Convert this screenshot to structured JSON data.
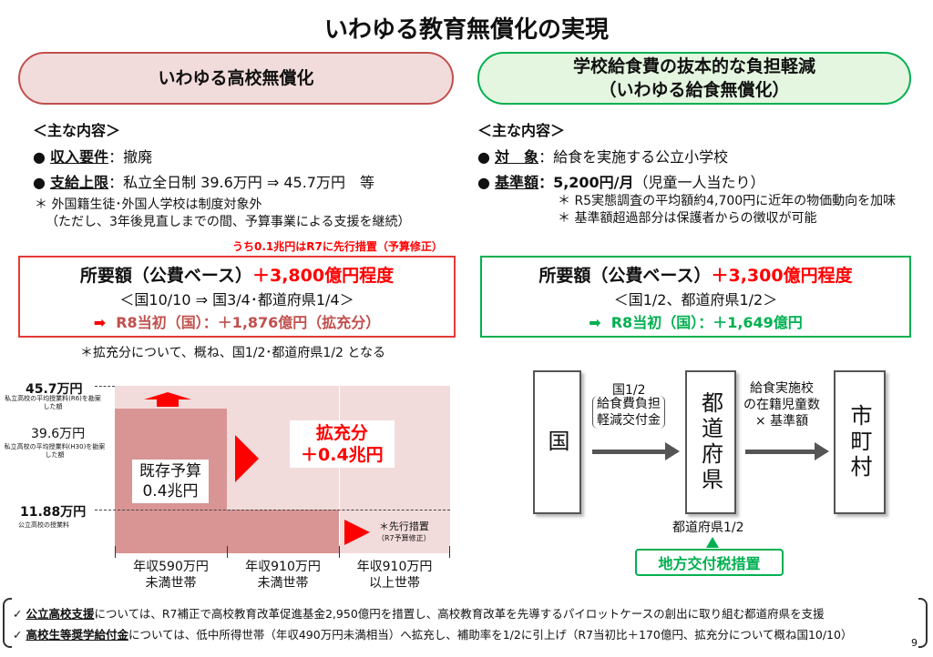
{
  "title": "いわゆる教育無償化の実現",
  "left": {
    "heading": "いわゆる高校無償化",
    "section": "＜主な内容＞",
    "bullets": [
      {
        "label": "収入要件",
        "text": "：撤廃"
      },
      {
        "label": "支給上限",
        "text": "：私立全日制 39.6万円 ⇒ 45.7万円　等"
      }
    ],
    "notes": [
      "＊ 外国籍生徒･外国人学校は制度対象外",
      "（ただし、3年後見直しまでの間、予算事業による支援を継続）"
    ],
    "advance_note": "うち0.1兆円はR7に先行措置（予算修正）",
    "box": {
      "label": "所要額（公費ベース）",
      "amount": "＋3,800億円程度",
      "share": "＜国10/10 ⇒ 国3/4･都道府県1/4＞",
      "r8": "R8当初（国）：＋1,876億円（拡充分）"
    },
    "box_note": "＊拡充分について、概ね、国1/2･都道府県1/2 となる",
    "chart": {
      "y_labels": [
        {
          "value": "45.7万円",
          "desc": "私立高校の平均授業料(R6)を勘案した額"
        },
        {
          "value": "39.6万円",
          "desc": "私立高校の平均授業料(H30)を勘案した額"
        },
        {
          "value": "11.88万円",
          "desc": "公立高校の授業料"
        }
      ],
      "existing": [
        "既存予算",
        "0.4兆円"
      ],
      "expansion": [
        "拡充分",
        "＋0.4兆円"
      ],
      "advance": [
        "＊先行措置",
        "（R7予算修正）"
      ],
      "categories": [
        [
          "年収590万円",
          "未満世帯"
        ],
        [
          "年収910万円",
          "未満世帯"
        ],
        [
          "年収910万円",
          "以上世帯"
        ]
      ]
    }
  },
  "right": {
    "heading": [
      "学校給食費の抜本的な負担軽減",
      "（いわゆる給食無償化）"
    ],
    "section": "＜主な内容＞",
    "bullets": [
      {
        "label": "対　象",
        "text": "：給食を実施する公立小学校"
      },
      {
        "label": "基準額",
        "text_bold": "：5,200円/月",
        "text": "（児童一人当たり）"
      }
    ],
    "notes": [
      "＊ R5実態調査の平均額約4,700円に近年の物価動向を加味",
      "＊ 基準額超過部分は保護者からの徴収が可能"
    ],
    "box": {
      "label": "所要額（公費ベース）",
      "amount": "＋3,300億円程度",
      "share": "＜国1/2、都道府県1/2＞",
      "r8": "R8当初（国）：＋1,649億円"
    },
    "flow": {
      "country": "国",
      "prefecture": "都道府県",
      "municipality": "市町村",
      "arrow1_top": "国1/2",
      "arrow1_box": [
        "給食費負担",
        "軽減交付金"
      ],
      "arrow2": [
        "給食実施校",
        "の在籍児童数",
        "× 基準額"
      ],
      "pref_share": "都道府県1/2",
      "tax": "地方交付税措置"
    }
  },
  "footer": {
    "items": [
      {
        "label": "公立高校支援",
        "text": "については、R7補正で高校教育改革促進基金2,950億円を措置し、高校教育改革を先導するパイロットケースの創出に取り組む都道府県を支援"
      },
      {
        "label": "高校生等奨学給付金",
        "text": "については、低中所得世帯（年収490万円未満相当）へ拡充し、補助率を1/2に引上げ（R7当初比＋170億円、拡充分について概ね国10/10）"
      }
    ],
    "page": "9"
  }
}
